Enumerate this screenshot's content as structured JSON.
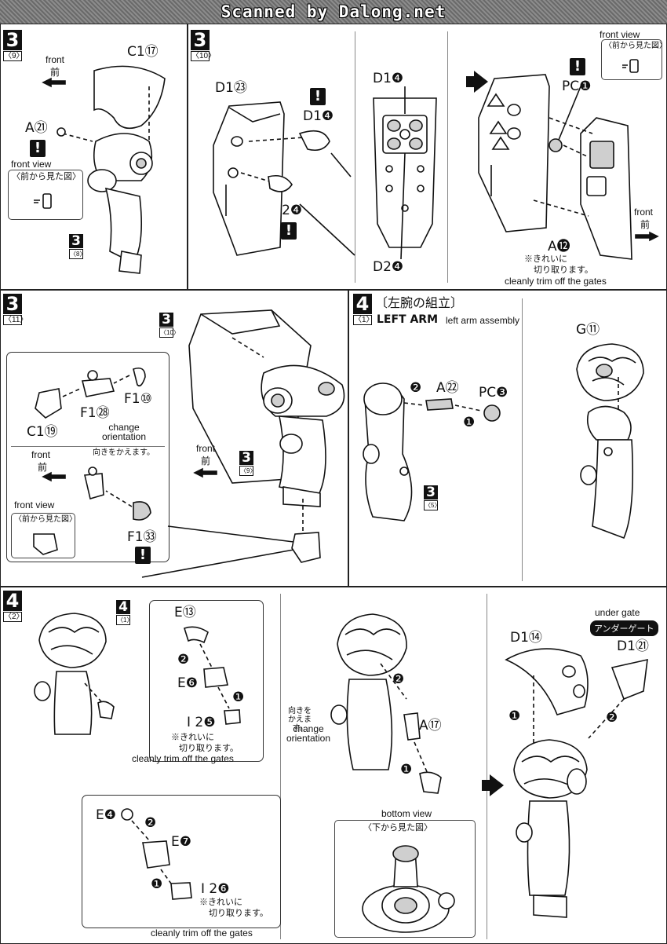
{
  "header": {
    "banner_text": "Scanned by Dalong.net"
  },
  "panels": {
    "p3_9": {
      "step_num": "3",
      "step_sub": "〈9〉",
      "front_en": "front",
      "front_jp": "前",
      "part_c1": "C1⑰",
      "part_a": "A㉑",
      "front_view_en": "front view",
      "front_view_jp": "〈前から見た図〉",
      "ref_step_num": "3",
      "ref_step_sub": "〈8〉"
    },
    "p3_10": {
      "step_num": "3",
      "step_sub": "〈10〉",
      "part_d1_23": "D1㉓",
      "part_d1_4": "D1❹",
      "part_d2_4": "D2❹",
      "part_d1_4b": "D1❹",
      "part_d2_4b": "D2❹",
      "part_pc": "PC❶",
      "part_a12": "A⓬",
      "front_view_en": "front view",
      "front_view_jp": "〈前から見た図〉",
      "front_en": "front",
      "front_jp": "前",
      "trim_jp1": "※きれいに",
      "trim_jp2": "切り取ります。",
      "trim_en": "cleanly trim off the gates"
    },
    "p3_11": {
      "step_num": "3",
      "step_sub": "〈11〉",
      "ref_step_num": "3",
      "ref_step_sub": "〈10〉",
      "part_f1_10": "F1⑩",
      "part_f1_28": "F1㉘",
      "part_c1_19": "C1⑲",
      "change_en": "change orientation",
      "change_jp": "向きをかえます。",
      "front_en": "front",
      "front_jp": "前",
      "front_view_en": "front view",
      "front_view_jp": "〈前から見た図〉",
      "part_f1_33": "F1㉝",
      "ref2_step_num": "3",
      "ref2_step_sub": "〈9〉"
    },
    "p4_1": {
      "step_num": "4",
      "step_sub": "〈1〉",
      "title_jp": "〔左腕の組立〕",
      "title_en": "LEFT ARM",
      "title_en2": "left arm assembly",
      "order_2": "❷",
      "part_a22": "A㉒",
      "part_pc3": "PC❸",
      "order_1": "❶",
      "ref_step_num": "3",
      "ref_step_sub": "〈5〉",
      "part_g11": "G⑪"
    },
    "p4_2": {
      "step_num": "4",
      "step_sub": "〈2〉",
      "ref_step_num": "4",
      "ref_step_sub": "〈1〉",
      "part_e13": "E⑬",
      "part_e6": "E❻",
      "part_i25": "I 2❺",
      "order_2": "❷",
      "order_1": "❶",
      "trim_jp1": "※きれいに",
      "trim_jp2": "切り取ります。",
      "trim_en": "cleanly trim off the gates",
      "change_jp": "向きを\nかえます。",
      "change_en": "change orientation",
      "part_a17": "A⑰",
      "part_e4": "E❹",
      "part_e7": "E❼",
      "part_i26": "I 2❻",
      "trim2_jp1": "※きれいに",
      "trim2_jp2": "切り取ります。",
      "trim2_en": "cleanly trim off the gates",
      "bottom_view_en": "bottom view",
      "bottom_view_jp": "〈下から見た図〉",
      "part_d1_14": "D1⑭",
      "under_gate_en": "under gate",
      "under_gate_jp": "アンダーゲート",
      "part_d1_21": "D1㉑"
    }
  }
}
